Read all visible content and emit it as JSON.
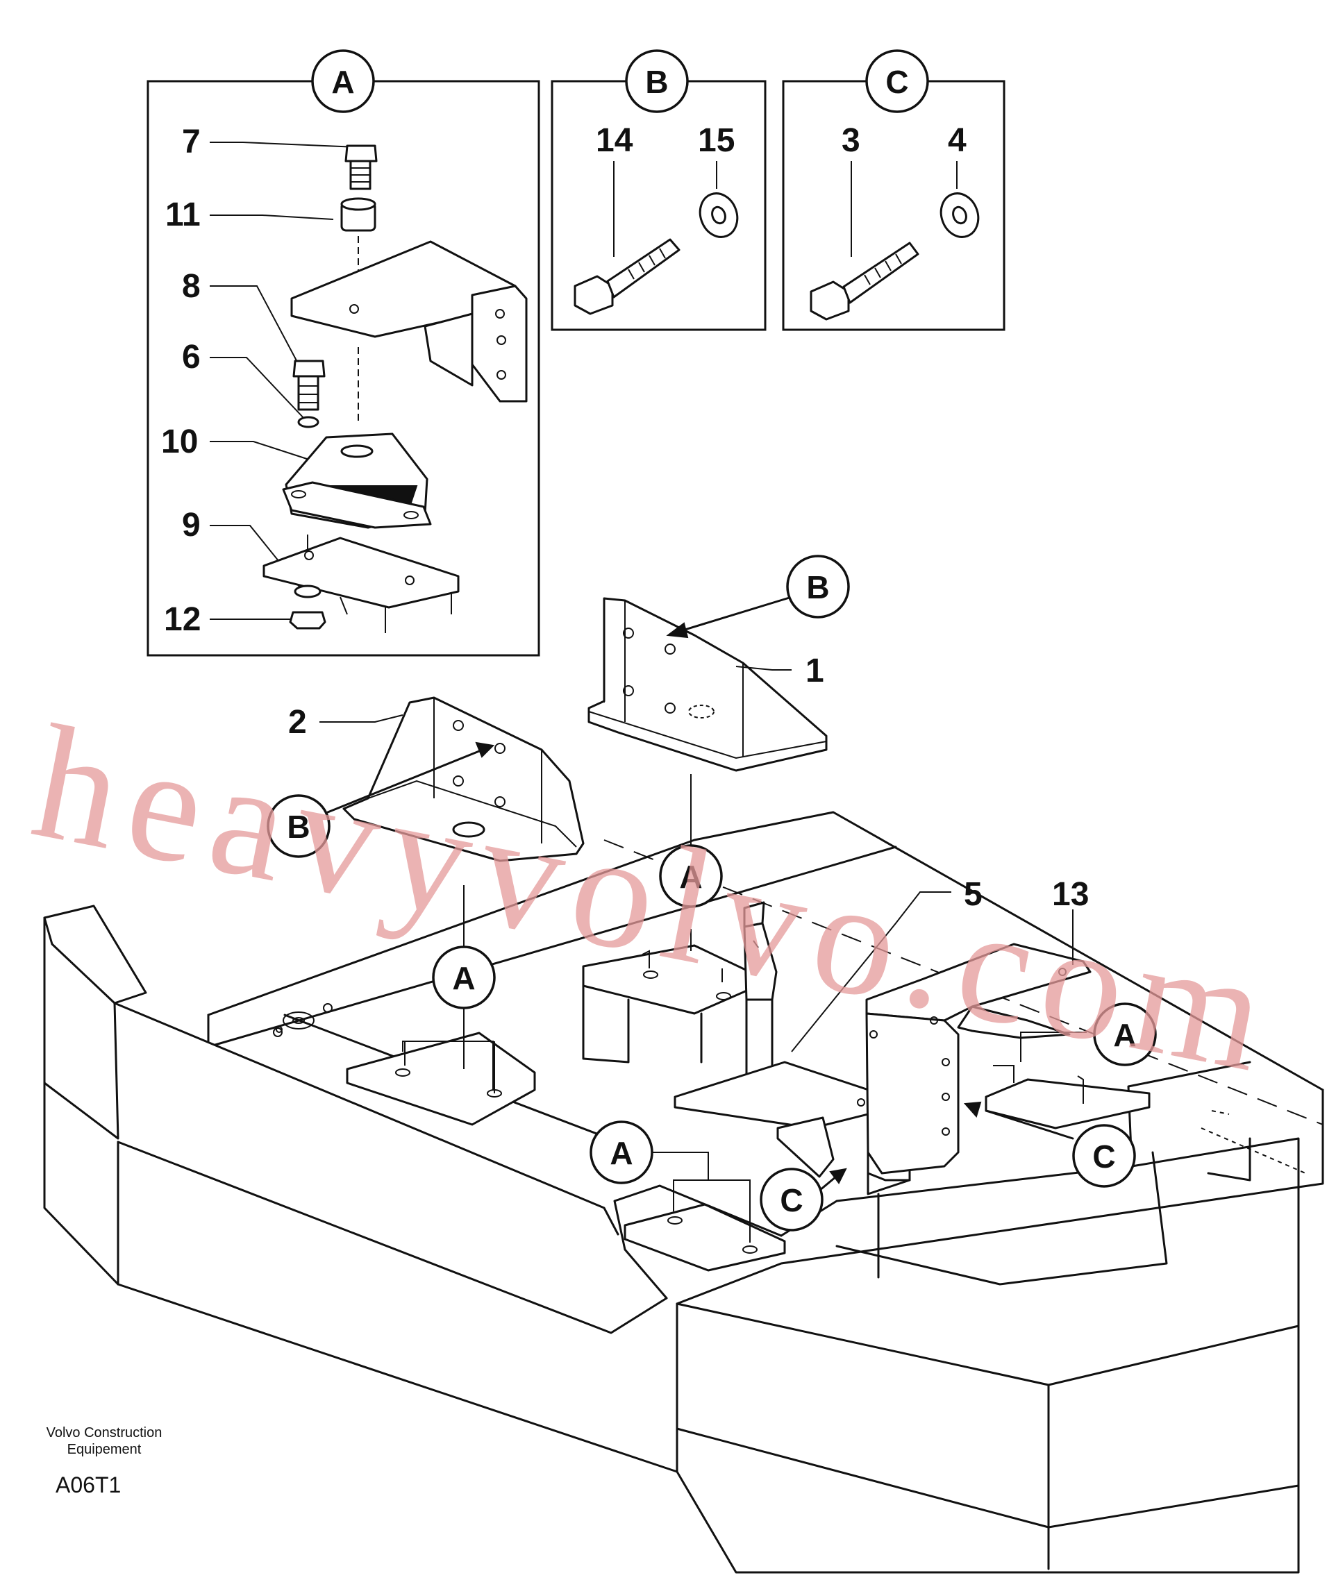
{
  "detail_panels": [
    {
      "label": "A",
      "part_numbers": [
        "7",
        "11",
        "8",
        "6",
        "10",
        "9",
        "12"
      ]
    },
    {
      "label": "B",
      "part_numbers": [
        "14",
        "15"
      ]
    },
    {
      "label": "C",
      "part_numbers": [
        "3",
        "4"
      ]
    }
  ],
  "main_part_numbers": [
    "1",
    "2",
    "5",
    "13"
  ],
  "reference_callouts": [
    "B",
    "B",
    "A",
    "A",
    "A",
    "A",
    "C",
    "C"
  ],
  "watermark": "heavyvolvo.com",
  "footer": {
    "maker_line1": "Volvo Construction",
    "maker_line2": "Equipement",
    "code": "A06T1"
  }
}
